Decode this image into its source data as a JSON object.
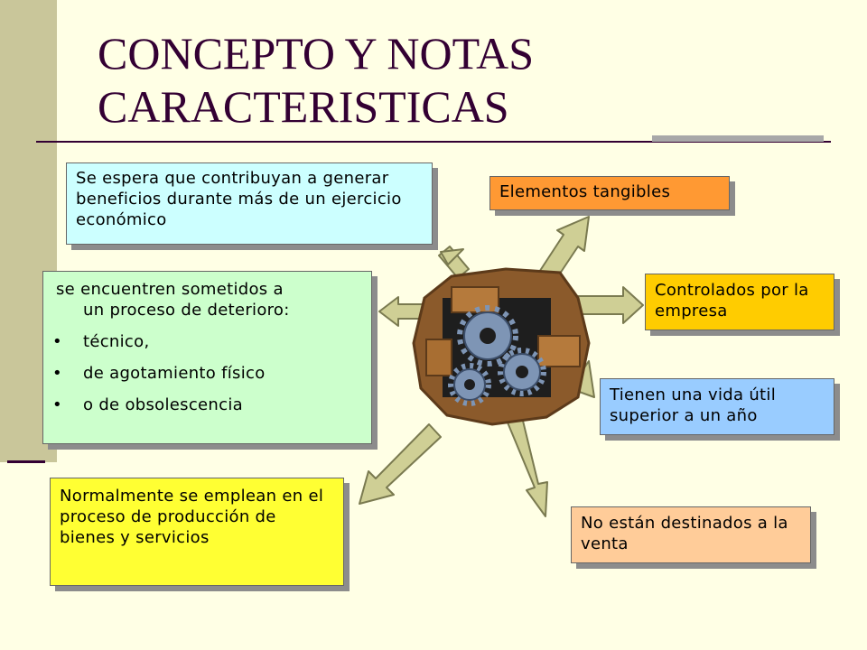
{
  "slide": {
    "title": "CONCEPTO Y NOTAS CARACTERISTICAS",
    "center_image": "gears-icon",
    "colors": {
      "background": "#FFFFE5",
      "side_bar": "#C9C69A",
      "title_text": "#330033",
      "arrow_fill": "#CFCF95"
    }
  },
  "boxes": {
    "beneficios": {
      "text": "Se espera que contribuyan a generar beneficios durante más de un ejercicio económico",
      "color": "#CCFFFF"
    },
    "tangibles": {
      "text": "Elementos tangibles",
      "color": "#FF9933"
    },
    "controlados": {
      "text": "Controlados por la empresa",
      "color": "#FFCC00"
    },
    "vida_util": {
      "text": "Tienen una vida útil superior a un año",
      "color": "#99CCFF"
    },
    "venta": {
      "text": "No están destinados a la venta",
      "color": "#FFCC99"
    },
    "produccion": {
      "text": "Normalmente se emplean en el proceso de producción de bienes y servicios",
      "color": "#FFFF33"
    },
    "deterioro": {
      "color": "#CCFFCC",
      "intro_a": "se encuentren sometidos a",
      "intro_b": "un proceso de deterioro:",
      "items": [
        "técnico,",
        "de agotamiento físico",
        "o de obsolescencia"
      ]
    }
  }
}
